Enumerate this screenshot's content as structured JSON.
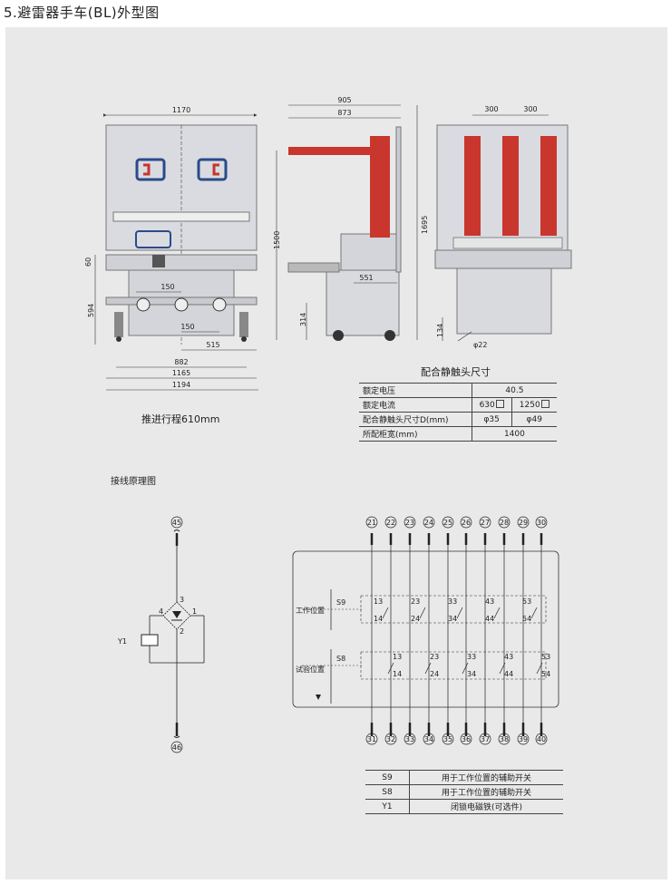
{
  "page_title": "5.避雷器手车(BL)外型图",
  "front_dims": {
    "top": "1170",
    "h60": "60",
    "h594": "594",
    "d150a": "150",
    "d150b": "150",
    "d515": "515",
    "w882": "882",
    "w1165": "1165",
    "w1194": "1194"
  },
  "side_dims": {
    "top905": "905",
    "top873": "873",
    "h1500": "1500",
    "h314": "314",
    "d551": "551",
    "h1695": "1695"
  },
  "rear_dims": {
    "p300a": "300",
    "p300b": "300",
    "h134": "134",
    "dia22": "φ22"
  },
  "stroke_label": "推进行程610mm",
  "spec_table": {
    "title": "配合静触头尺寸",
    "rows": [
      {
        "label": "额定电压",
        "value": "40.5"
      },
      {
        "label": "额定电流",
        "value_a": "630",
        "value_b": "1250"
      },
      {
        "label": "配合静触头尺寸D(mm)",
        "value_a": "φ35",
        "value_b": "φ49"
      },
      {
        "label": "所配柜宽(mm)",
        "value": "1400"
      }
    ]
  },
  "wiring": {
    "title": "接线原理图",
    "y1_top_terminal": "45",
    "y1_bottom_terminal": "46",
    "y1_label": "Y1",
    "bridge_pins": [
      "1",
      "2",
      "3",
      "4"
    ],
    "top_terminals": [
      "21",
      "22",
      "23",
      "24",
      "25",
      "26",
      "27",
      "28",
      "29",
      "30"
    ],
    "bottom_terminals": [
      "31",
      "32",
      "33",
      "34",
      "35",
      "36",
      "37",
      "38",
      "39",
      "40"
    ],
    "s9": {
      "name": "S9",
      "pos_label": "工作位置",
      "top": [
        "13",
        "23",
        "33",
        "43",
        "53"
      ],
      "bottom": [
        "14",
        "24",
        "34",
        "44",
        "54"
      ]
    },
    "s8": {
      "name": "S8",
      "pos_label": "试验位置",
      "top": [
        "13",
        "23",
        "33",
        "43",
        "53"
      ],
      "bottom": [
        "14",
        "24",
        "34",
        "44",
        "54"
      ]
    }
  },
  "legend": [
    {
      "key": "S9",
      "desc": "用于工作位置的辅助开关"
    },
    {
      "key": "S8",
      "desc": "用于工作位置的辅助开关"
    },
    {
      "key": "Y1",
      "desc": "闭锁电磁铁(可选件)"
    }
  ],
  "colors": {
    "panel_bg": "#e9e9e9",
    "insulator_red": "#c8362e",
    "cabinet_grey": "#d8dade",
    "window_blue": "#2b4a8a"
  }
}
